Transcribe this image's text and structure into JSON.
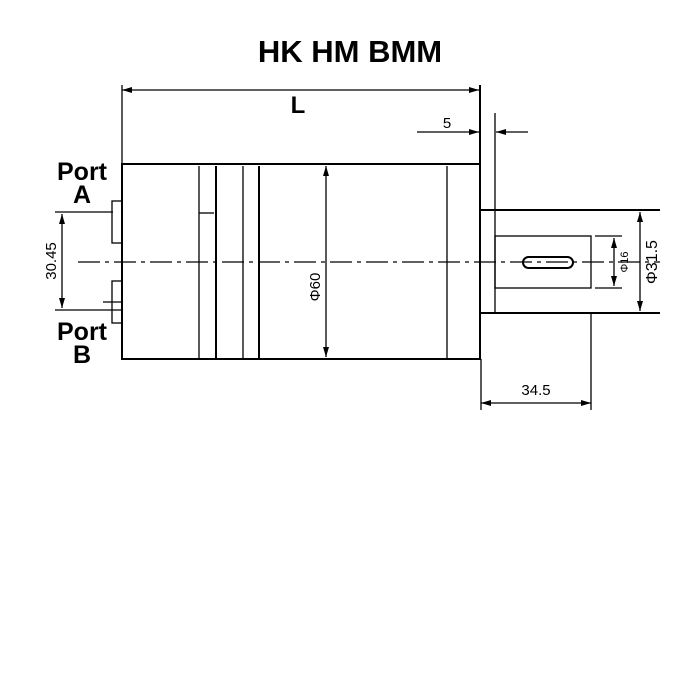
{
  "title": "HK HM BMM",
  "ports": {
    "a_word": "Port",
    "a_letter": "A",
    "b_word": "Port",
    "b_letter": "B"
  },
  "dimensions": {
    "length": "L",
    "flange": "5",
    "port_spacing": "30.45",
    "body_diameter": "Φ60",
    "shaft_diameter": "Φ16",
    "pilot_diameter": "Φ31.5",
    "shaft_length": "34.5"
  }
}
